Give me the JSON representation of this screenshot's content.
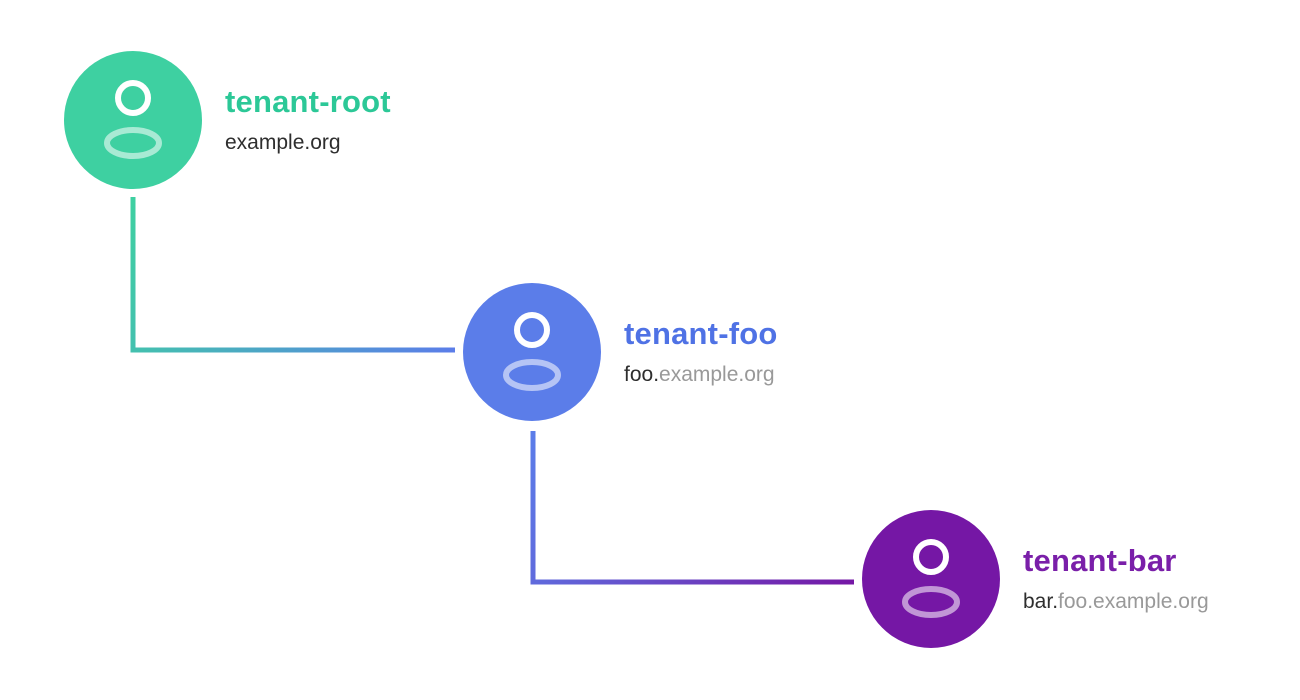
{
  "diagram": {
    "background_color": "#ffffff",
    "connector_width": 5,
    "nodes": [
      {
        "name": "tenant-root",
        "domain_own": "example.org",
        "domain_parent": "",
        "circle_color": "#3ed0a1",
        "title_color": "#2cc897"
      },
      {
        "name": "tenant-foo",
        "domain_own": "foo.",
        "domain_parent": "example.org",
        "circle_color": "#5b7de9",
        "title_color": "#4f72e5"
      },
      {
        "name": "tenant-bar",
        "domain_own": "bar.",
        "domain_parent": "foo.example.org",
        "circle_color": "#7517a5",
        "title_color": "#7a1fa9"
      }
    ],
    "connectors": [
      {
        "from": "tenant-root",
        "to": "tenant-foo",
        "from_color": "#3ed0a1",
        "to_color": "#5b7de9"
      },
      {
        "from": "tenant-foo",
        "to": "tenant-bar",
        "from_color": "#5b7de9",
        "to_color": "#7517a5"
      }
    ],
    "text_colors": {
      "domain_own": "#2e2e2e",
      "domain_parent": "#999999"
    },
    "icon": {
      "semantic": "person-icon",
      "head_stroke": "#ffffff",
      "body_stroke": "rgba(255,255,255,0.55)"
    }
  }
}
